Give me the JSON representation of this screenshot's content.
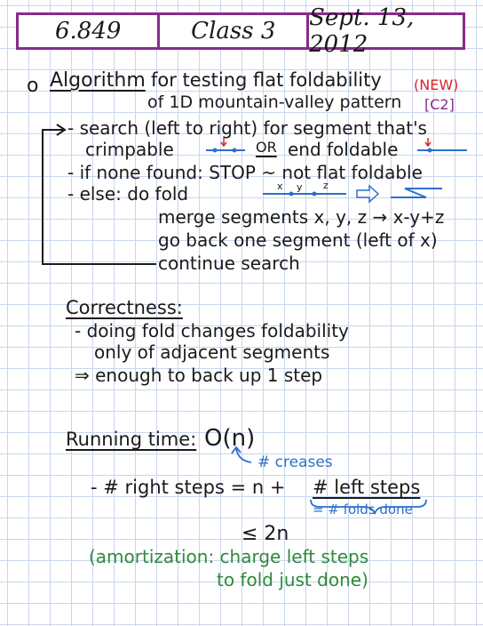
{
  "header": {
    "course": "6.849",
    "class": "Class 3",
    "date": "Sept. 13, 2012"
  },
  "section1": {
    "bullet": "o",
    "title": "Algorithm",
    "line1_rest": "for testing flat foldability",
    "line2": "of 1D mountain-valley pattern",
    "new_tag": "(NEW)",
    "ref_tag": "[C2]",
    "step1a": "- search (left to right) for segment that's",
    "step1b": "crimpable",
    "or": "OR",
    "step1c": "end foldable",
    "step2": "- if none found:  STOP ~ not flat foldable",
    "step3a": "- else:  do fold",
    "seg_x": "x",
    "seg_y": "y",
    "seg_z": "z",
    "step3b": "merge segments x, y, z  →  x-y+z",
    "step3c": "go  back one segment (left of x)",
    "step3d": "continue search"
  },
  "correctness": {
    "title": "Correctness:",
    "line1": "- doing fold changes foldability",
    "line2": "only of adjacent segments",
    "line3": "⇒ enough to back up 1 step"
  },
  "running_time": {
    "title": "Running time:",
    "value": "O(n)",
    "note": "# creases",
    "line1_left": "- # right steps  =  n  +",
    "line1_right": "# left steps",
    "brace_note": "= # folds done",
    "line2": "≤  2n",
    "amort1": "(amortization:  charge left steps",
    "amort2": "to fold just done)"
  },
  "colors": {
    "ink": "#1a1a1a",
    "header_border": "#8a2a8a",
    "new_tag": "#d8262b",
    "ref_tag": "#8a2a8a",
    "annotation_blue": "#2c6fcb",
    "amortization_green": "#2f8a3a",
    "grid": "#c9d6ec"
  }
}
